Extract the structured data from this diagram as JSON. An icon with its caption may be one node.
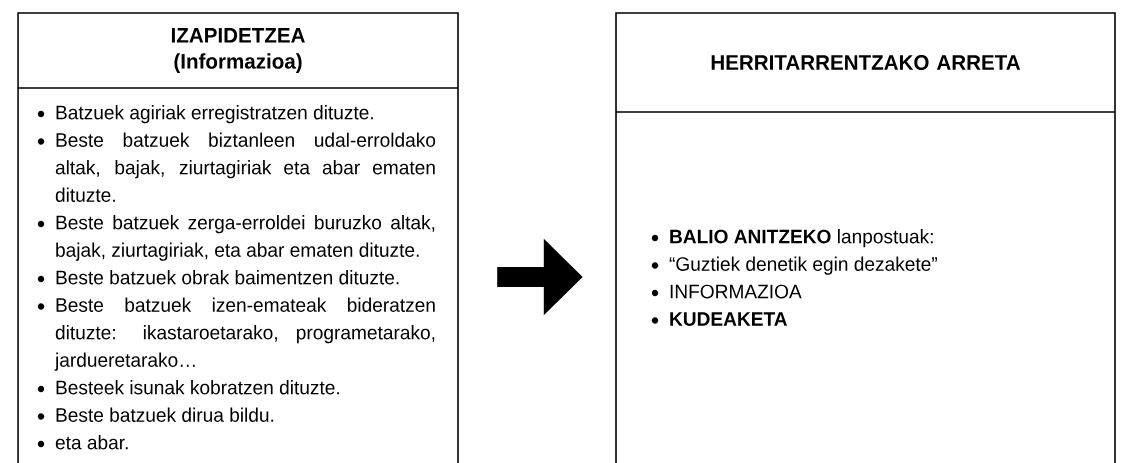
{
  "diagram": {
    "nodes": [
      {
        "text": [
          "IZAPIDETZEA (Informazioa)",
          "Batzuek agiriak erregistratzen dituzte.",
          "Beste batzuek biztanleen udal-erroldako altak, bajak, ziurtagiriak eta abar ematen dituzte.",
          "Beste batzuek zerga-erroldei buruzko altak, bajak, ziurtagiriak, eta abar ematen dituzte.",
          "Beste batzuek obrak baimentzen dituzte.",
          "Beste batzuek izen-emateak bideratzen dituzte: ikastaroetarako, programetarako, jardueretarako…",
          "Besteek isunak kobratzen dituzte.",
          "Beste batzuek dirua bildu.",
          "eta abar."
        ]
      },
      {
        "text": [
          "HERRITARRENTZAKO ARRETA",
          "**BALIO ANITZEKO** lanpostuak:",
          "“Guztiek denetik egin dezakete”",
          "INFORMAZIOA",
          "KUDEAKETA"
        ]
      }
    ],
    "edges": [
      {
        "from": 0,
        "to": 1,
        "arrow": "to"
      }
    ]
  }
}
